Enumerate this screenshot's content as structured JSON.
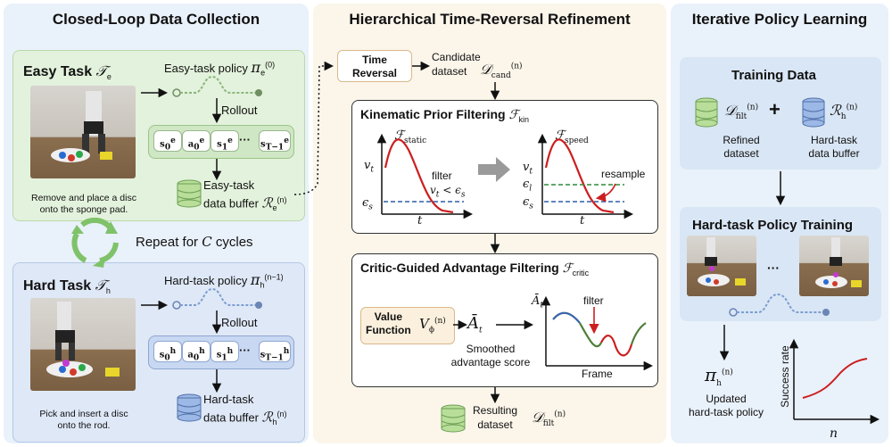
{
  "colors": {
    "left_panel": "#e9f1fa",
    "middle_panel": "#fbf5ea",
    "right_panel": "#e9f1fa",
    "easy_box": "#e3f2dc",
    "hard_box": "#dfe8f7",
    "curve_red": "#cc1f1f",
    "dash_blue": "#2d5fa8",
    "dash_green": "#2f8a3a"
  },
  "left": {
    "title": "Closed-Loop Data Collection",
    "easy_task_label": "Easy Task",
    "easy_task_symbol": "𝒯",
    "easy_task_sub": "e",
    "easy_policy_label": "Easy-task policy",
    "easy_policy_symbol": "π",
    "easy_policy_sub": "e",
    "easy_policy_sup": "(0)",
    "rollout_easy": "Rollout",
    "easy_tokens": [
      "s",
      "a",
      "s",
      "s"
    ],
    "easy_token_subs": [
      "0",
      "0",
      "1",
      "T−1"
    ],
    "easy_token_sup": "e",
    "ellipsis": "···",
    "easy_buffer_line1": "Easy-task",
    "easy_buffer_line2": "data buffer",
    "easy_buffer_symbol": "ℛ",
    "easy_buffer_sub": "e",
    "easy_buffer_sup": "(n)",
    "easy_caption_line1": "Remove and place a disc",
    "easy_caption_line2": "onto the sponge pad.",
    "repeat_text": "Repeat for",
    "repeat_symbol": "C",
    "repeat_unit": "cycles",
    "hard_task_label": "Hard Task",
    "hard_task_symbol": "𝒯",
    "hard_task_sub": "h",
    "hard_policy_label": "Hard-task policy",
    "hard_policy_symbol": "π",
    "hard_policy_sub": "h",
    "hard_policy_sup": "(n−1)",
    "rollout_hard": "Rollout",
    "hard_tokens": [
      "s",
      "a",
      "s",
      "s"
    ],
    "hard_token_subs": [
      "0",
      "0",
      "1",
      "T−1"
    ],
    "hard_token_sup": "h",
    "hard_buffer_line1": "Hard-task",
    "hard_buffer_line2": "data buffer",
    "hard_buffer_symbol": "ℛ",
    "hard_buffer_sub": "h",
    "hard_buffer_sup": "(n)",
    "hard_caption_line1": "Pick and insert a disc",
    "hard_caption_line2": "onto the rod."
  },
  "middle": {
    "title": "Hierarchical Time-Reversal Refinement",
    "time_reversal_line1": "Time",
    "time_reversal_line2": "Reversal",
    "candidate_line1": "Candidate",
    "candidate_line2": "dataset",
    "candidate_symbol": "𝒟",
    "candidate_sub": "cand",
    "candidate_sup": "(n)",
    "kin_title": "Kinematic Prior Filtering",
    "kin_symbol": "ℱ",
    "kin_sub": "kin",
    "static_symbol": "ℱ",
    "static_sub": "static",
    "speed_symbol": "ℱ",
    "speed_sub": "speed",
    "vt_label": "v",
    "vt_sub": "t",
    "eps_label": "ϵ",
    "eps_sub_s": "s",
    "eps_sub_l": "l",
    "t_label": "t",
    "filter_text": "filter",
    "filter_condition": "v",
    "filter_condition_sub": "t",
    "filter_condition_rest": " < ϵ",
    "filter_condition_eps_sub": "s",
    "resample_text": "resample",
    "critic_title": "Critic-Guided Advantage Filtering",
    "critic_symbol": "ℱ",
    "critic_sub": "critic",
    "value_line1": "Value",
    "value_line2": "Function",
    "value_symbol": "V",
    "value_sub": "ϕ",
    "value_sup": "(n)",
    "abar_symbol": "Ā",
    "abar_sub": "t",
    "smoothed_line1": "Smoothed",
    "smoothed_line2": "advantage score",
    "critic_filter_text": "filter",
    "frame_label": "Frame",
    "resulting_line1": "Resulting",
    "resulting_line2": "dataset",
    "result_symbol": "𝒟",
    "result_sub": "filt",
    "result_sup": "(n)"
  },
  "right": {
    "title": "Iterative Policy Learning",
    "training_data_title": "Training Data",
    "filt_symbol": "𝒟",
    "filt_sub": "filt",
    "filt_sup": "(n)",
    "plus": "+",
    "rh_symbol": "ℛ",
    "rh_sub": "h",
    "rh_sup": "(n)",
    "refined_line1": "Refined",
    "refined_line2": "dataset",
    "hardbuf_line1": "Hard-task",
    "hardbuf_line2": "data buffer",
    "policy_training_title": "Hard-task Policy Training",
    "dots": "···",
    "updated_symbol": "π",
    "updated_sub": "h",
    "updated_sup": "(n)",
    "updated_line1": "Updated",
    "updated_line2": "hard-task policy",
    "success_rate_label": "Success rate",
    "n_label": "n"
  }
}
